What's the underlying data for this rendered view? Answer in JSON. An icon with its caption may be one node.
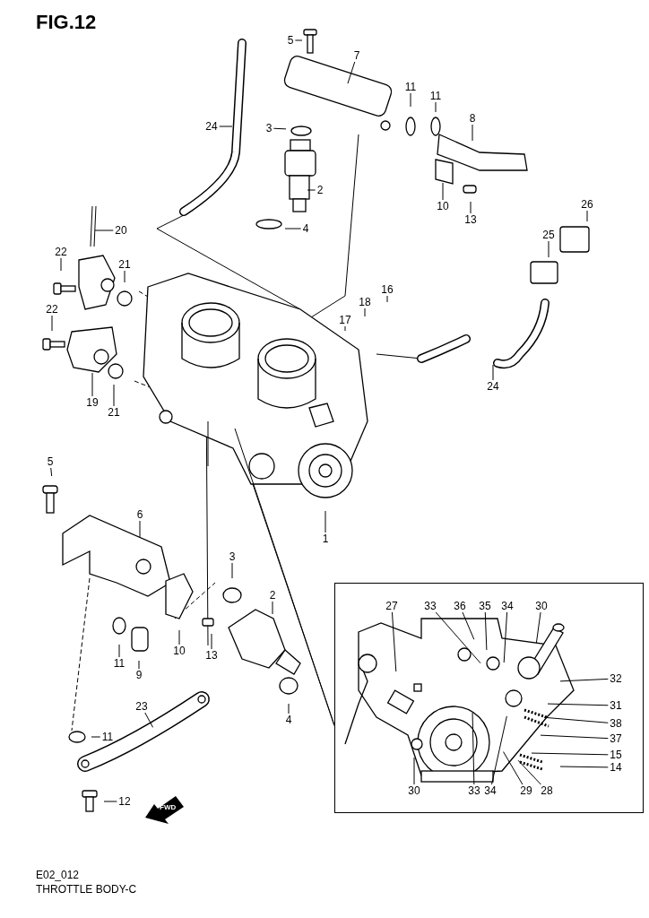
{
  "diagram": {
    "title": "FIG.12",
    "caption": "THROTTLE BODY-C",
    "nodes": [
      {
        "text": [
          "5"
        ]
      },
      {
        "text": [
          "7"
        ]
      },
      {
        "text": [
          "24"
        ]
      },
      {
        "text": [
          "3"
        ]
      },
      {
        "text": [
          "11"
        ]
      },
      {
        "text": [
          "11"
        ]
      },
      {
        "text": [
          "8"
        ]
      },
      {
        "text": [
          "2"
        ]
      },
      {
        "text": [
          "4"
        ]
      },
      {
        "text": [
          "10"
        ]
      },
      {
        "text": [
          "13"
        ]
      },
      {
        "text": [
          "26"
        ]
      },
      {
        "text": [
          "20"
        ]
      },
      {
        "text": [
          "25"
        ]
      },
      {
        "text": [
          "22"
        ]
      },
      {
        "text": [
          "21"
        ]
      },
      {
        "text": [
          "16"
        ]
      },
      {
        "text": [
          "18"
        ]
      },
      {
        "text": [
          "17"
        ]
      },
      {
        "text": [
          "22"
        ]
      },
      {
        "text": [
          "19"
        ]
      },
      {
        "text": [
          "21"
        ]
      },
      {
        "text": [
          "24"
        ]
      },
      {
        "text": [
          "1"
        ]
      },
      {
        "text": [
          "5"
        ]
      },
      {
        "text": [
          "6"
        ]
      },
      {
        "text": [
          "3"
        ]
      },
      {
        "text": [
          "2"
        ]
      },
      {
        "text": [
          "11"
        ]
      },
      {
        "text": [
          "9"
        ]
      },
      {
        "text": [
          "10"
        ]
      },
      {
        "text": [
          "13"
        ]
      },
      {
        "text": [
          "23"
        ]
      },
      {
        "text": [
          "4"
        ]
      },
      {
        "text": [
          "11"
        ]
      },
      {
        "text": [
          "12"
        ]
      },
      {
        "text": [],
        "shape": "box"
      },
      {
        "text": [
          "27"
        ],
        "in": 36
      },
      {
        "text": [
          "33"
        ],
        "in": 36
      },
      {
        "text": [
          "36"
        ],
        "in": 36
      },
      {
        "text": [
          "35"
        ],
        "in": 36
      },
      {
        "text": [
          "34"
        ],
        "in": 36
      },
      {
        "text": [
          "30"
        ],
        "in": 36
      },
      {
        "text": [
          "32"
        ],
        "in": 36
      },
      {
        "text": [
          "31"
        ],
        "in": 36
      },
      {
        "text": [
          "38"
        ],
        "in": 36
      },
      {
        "text": [
          "37"
        ],
        "in": 36
      },
      {
        "text": [
          "15"
        ],
        "in": 36
      },
      {
        "text": [
          "14"
        ],
        "in": 36
      },
      {
        "text": [
          "30"
        ],
        "in": 36
      },
      {
        "text": [
          "33"
        ],
        "in": 36
      },
      {
        "text": [
          "34"
        ],
        "in": 36
      },
      {
        "text": [
          "29"
        ],
        "in": 36
      },
      {
        "text": [
          "28"
        ],
        "in": 36
      }
    ],
    "edges": [
      {
        "from": 0,
        "to": null,
        "arrow": "none"
      },
      {
        "from": 1,
        "to": null,
        "arrow": "none"
      },
      {
        "from": 2,
        "to": null,
        "arrow": "none"
      },
      {
        "from": 3,
        "to": null,
        "arrow": "none"
      },
      {
        "from": 4,
        "to": null,
        "arrow": "none"
      },
      {
        "from": 5,
        "to": null,
        "arrow": "none"
      },
      {
        "from": 6,
        "to": null,
        "arrow": "none"
      },
      {
        "from": 7,
        "to": null,
        "arrow": "none"
      },
      {
        "from": 8,
        "to": null,
        "arrow": "none"
      },
      {
        "from": 9,
        "to": null,
        "arrow": "none"
      },
      {
        "from": 10,
        "to": null,
        "arrow": "none"
      },
      {
        "from": 11,
        "to": null,
        "arrow": "none"
      },
      {
        "from": 12,
        "to": null,
        "arrow": "none"
      },
      {
        "from": 13,
        "to": null,
        "arrow": "none"
      },
      {
        "from": 14,
        "to": null,
        "arrow": "none"
      },
      {
        "from": 15,
        "to": null,
        "arrow": "none"
      },
      {
        "from": 16,
        "to": null,
        "arrow": "none"
      },
      {
        "from": 17,
        "to": null,
        "arrow": "none"
      },
      {
        "from": 18,
        "to": null,
        "arrow": "none"
      },
      {
        "from": 19,
        "to": null,
        "arrow": "none"
      },
      {
        "from": 20,
        "to": null,
        "arrow": "none"
      },
      {
        "from": 21,
        "to": null,
        "arrow": "none"
      },
      {
        "from": 22,
        "to": null,
        "arrow": "none"
      },
      {
        "from": 23,
        "to": null,
        "arrow": "none"
      },
      {
        "from": 24,
        "to": null,
        "arrow": "none"
      },
      {
        "from": 25,
        "to": null,
        "arrow": "none"
      },
      {
        "from": 26,
        "to": null,
        "arrow": "none"
      },
      {
        "from": 27,
        "to": null,
        "arrow": "none"
      },
      {
        "from": 28,
        "to": null,
        "arrow": "none"
      },
      {
        "from": 29,
        "to": null,
        "arrow": "none"
      },
      {
        "from": 30,
        "to": null,
        "arrow": "none"
      },
      {
        "from": 31,
        "to": null,
        "arrow": "none"
      },
      {
        "from": 32,
        "to": null,
        "arrow": "none"
      },
      {
        "from": 33,
        "to": null,
        "arrow": "none"
      },
      {
        "from": 34,
        "to": null,
        "arrow": "none"
      },
      {
        "from": 35,
        "to": null,
        "arrow": "none"
      },
      {
        "from": 37,
        "to": null,
        "arrow": "none"
      },
      {
        "from": 38,
        "to": null,
        "arrow": "none"
      },
      {
        "from": 39,
        "to": null,
        "arrow": "none"
      },
      {
        "from": 40,
        "to": null,
        "arrow": "none"
      },
      {
        "from": 41,
        "to": null,
        "arrow": "none"
      },
      {
        "from": 42,
        "to": null,
        "arrow": "none"
      },
      {
        "from": 43,
        "to": null,
        "arrow": "none"
      },
      {
        "from": 44,
        "to": null,
        "arrow": "none"
      },
      {
        "from": 45,
        "to": null,
        "arrow": "none"
      },
      {
        "from": 46,
        "to": null,
        "arrow": "none"
      },
      {
        "from": 47,
        "to": null,
        "arrow": "none"
      },
      {
        "from": 48,
        "to": null,
        "arrow": "none"
      },
      {
        "from": 49,
        "to": null,
        "arrow": "none"
      },
      {
        "from": 50,
        "to": null,
        "arrow": "none"
      },
      {
        "from": 51,
        "to": null,
        "arrow": "none"
      },
      {
        "from": 52,
        "to": null,
        "arrow": "none"
      },
      {
        "from": 53,
        "to": null,
        "arrow": "none"
      },
      {
        "from": null,
        "to": 36,
        "arrow": "none"
      },
      {
        "from": null,
        "to": 36,
        "arrow": "none"
      }
    ],
    "labels": [
      "FWD",
      "E02_012"
    ]
  }
}
